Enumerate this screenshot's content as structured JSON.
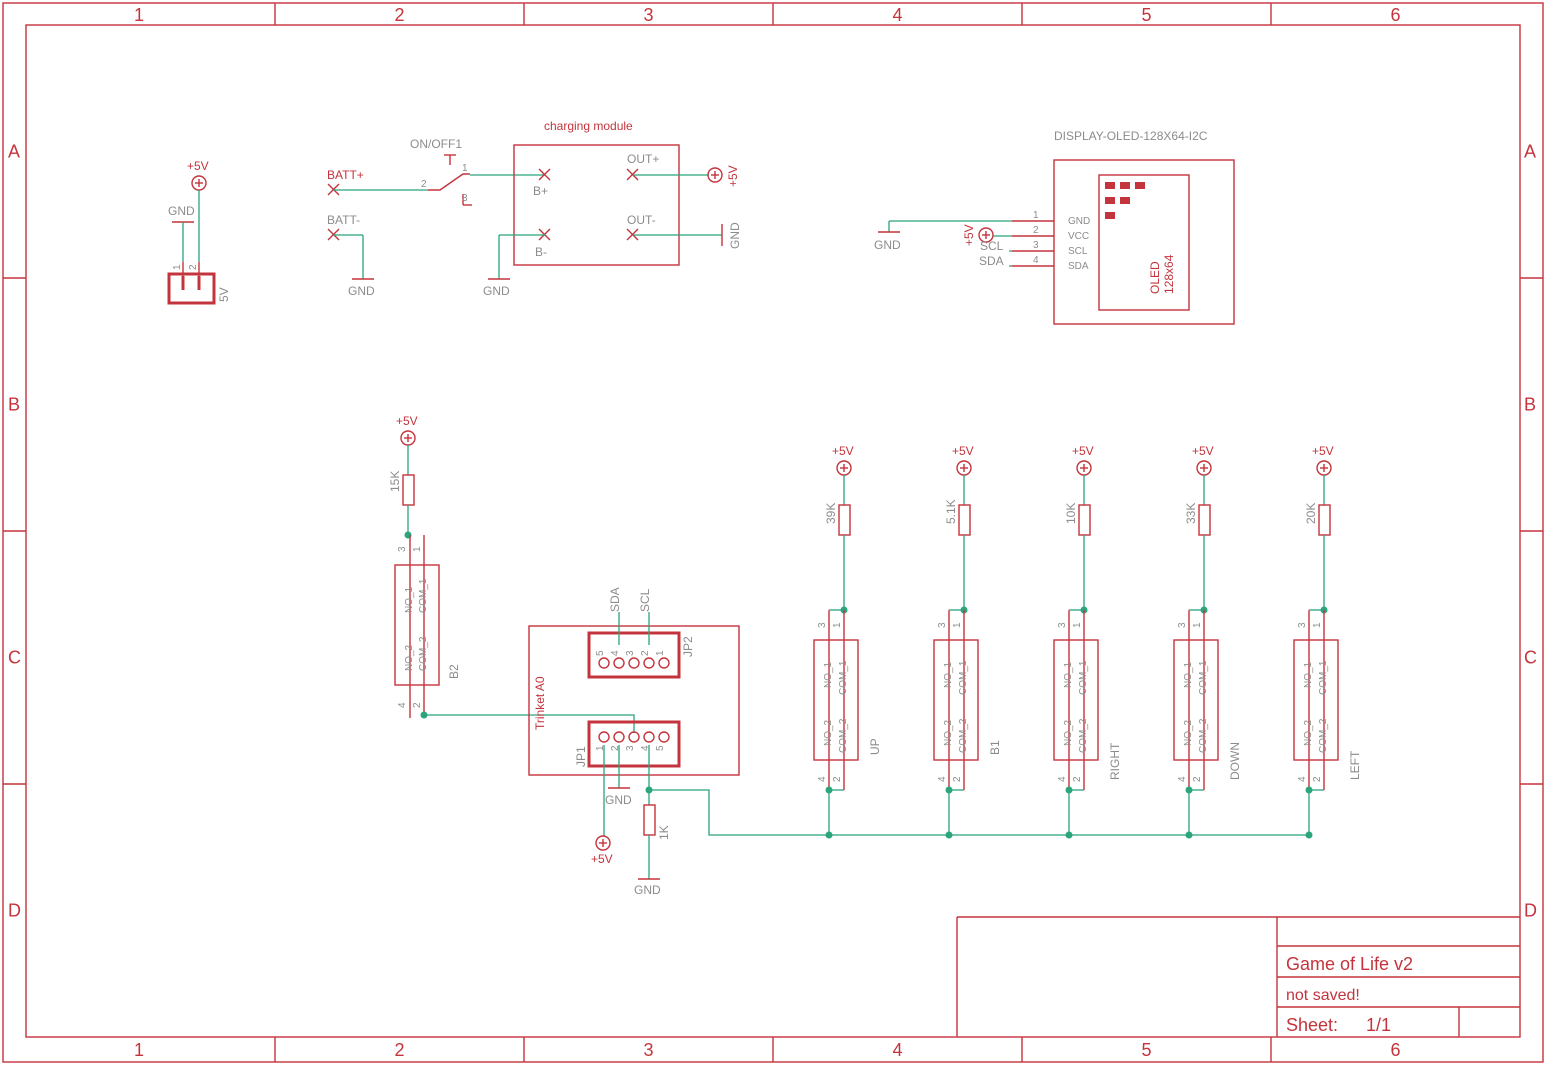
{
  "frame": {
    "columns": [
      "1",
      "2",
      "3",
      "4",
      "5",
      "6"
    ],
    "rows": [
      "A",
      "B",
      "C",
      "D"
    ]
  },
  "title_block": {
    "title": "Game of Life v2",
    "status": "not saved!",
    "sheet_label": "Sheet:",
    "sheet_value": "1/1"
  },
  "power": {
    "vcc": "+5V",
    "gnd": "GND"
  },
  "power_jack": {
    "pin1": "1",
    "pin2": "2",
    "name": "5V"
  },
  "switch": {
    "name": "ON/OFF1",
    "pin1": "1",
    "pin2": "2",
    "pin3": "3"
  },
  "battery": {
    "pos": "BATT+",
    "neg": "BATT-"
  },
  "charging_module": {
    "title": "charging module",
    "b_pos": "B+",
    "b_neg": "B-",
    "out_pos": "OUT+",
    "out_neg": "OUT-"
  },
  "oled": {
    "title": "DISPLAY-OLED-128X64-I2C",
    "pins": [
      {
        "num": "1",
        "name": "GND"
      },
      {
        "num": "2",
        "name": "VCC"
      },
      {
        "num": "3",
        "name": "SCL"
      },
      {
        "num": "4",
        "name": "SDA"
      }
    ],
    "net_scl": "SCL",
    "net_sda": "SDA",
    "label_line1": "OLED",
    "label_line2": "128x64"
  },
  "button_pins": {
    "no1": "NO_1",
    "com1": "COM_1",
    "no2": "NO_2",
    "com2": "COM_2",
    "p1": "1",
    "p2": "2",
    "p3": "3",
    "p4": "4"
  },
  "reset_button": {
    "name": "B2",
    "resistor": "15K"
  },
  "buttons": [
    {
      "name": "UP",
      "resistor": "39K"
    },
    {
      "name": "B1",
      "resistor": "5.1K"
    },
    {
      "name": "RIGHT",
      "resistor": "10K"
    },
    {
      "name": "DOWN",
      "resistor": "33K"
    },
    {
      "name": "LEFT",
      "resistor": "20K"
    }
  ],
  "trinket": {
    "name": "Trinket A0",
    "jp1": "JP1",
    "jp2": "JP2",
    "jp1_pins": [
      "1",
      "2",
      "3",
      "4",
      "5"
    ],
    "jp2_pins": [
      "5",
      "4",
      "3",
      "2",
      "1"
    ],
    "net_sda": "SDA",
    "net_scl": "SCL",
    "pulldown": "1K"
  }
}
